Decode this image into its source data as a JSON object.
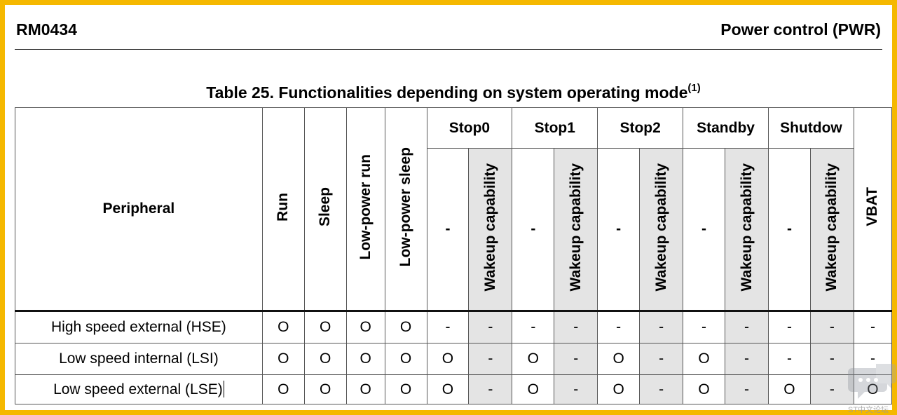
{
  "header": {
    "doc_id": "RM0434",
    "section": "Power control (PWR)"
  },
  "table": {
    "title": "Table 25. Functionalities depending on system operating mode",
    "title_note": "(1)",
    "peripheral_header": "Peripheral",
    "single_mode_headers": [
      "Run",
      "Sleep",
      "Low-power run",
      "Low-power sleep"
    ],
    "group_headers": [
      "Stop0",
      "Stop1",
      "Stop2",
      "Standby",
      "Shutdow"
    ],
    "group_sub_dash": "-",
    "group_sub_wakeup": "Wakeup capability",
    "vbat_header": "VBAT",
    "rows": [
      {
        "peripheral": "High speed external (HSE)",
        "cells": [
          "O",
          "O",
          "O",
          "O",
          "-",
          "-",
          "-",
          "-",
          "-",
          "-",
          "-",
          "-",
          "-",
          "-",
          "-"
        ]
      },
      {
        "peripheral": "Low speed internal (LSI)",
        "cells": [
          "O",
          "O",
          "O",
          "O",
          "O",
          "-",
          "O",
          "-",
          "O",
          "-",
          "O",
          "-",
          "-",
          "-",
          "-"
        ]
      },
      {
        "peripheral": "Low speed external (LSE)",
        "cells": [
          "O",
          "O",
          "O",
          "O",
          "O",
          "-",
          "O",
          "-",
          "O",
          "-",
          "O",
          "-",
          "O",
          "-",
          "O"
        ]
      }
    ]
  },
  "colors": {
    "frame_border": "#f5b800",
    "shaded_column": "#e4e4e4"
  },
  "watermark": {
    "icon": "chat-bubble-icon",
    "text": "ST中文论坛"
  }
}
